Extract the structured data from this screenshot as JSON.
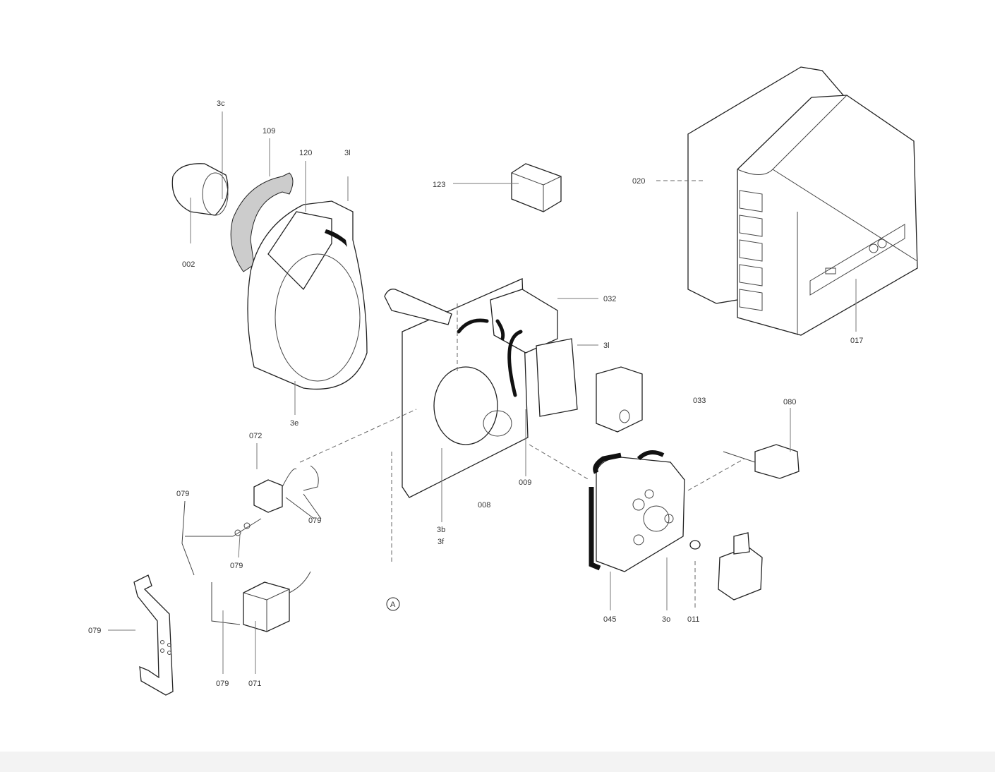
{
  "diagram": {
    "labels": {
      "l_3c_top": "3c",
      "l_109": "109",
      "l_120": "120",
      "l_3l_top": "3l",
      "l_002": "002",
      "l_3e": "3e",
      "l_123": "123",
      "l_020": "020",
      "l_017": "017",
      "l_032": "032",
      "l_3l_mid": "3l",
      "l_033": "033",
      "l_080": "080",
      "l_072": "072",
      "l_079_a": "079",
      "l_079_b": "079",
      "l_079_c": "079",
      "l_079_d": "079",
      "l_079_e": "079",
      "l_071": "071",
      "l_009": "009",
      "l_008": "008",
      "l_3b": "3b",
      "l_3f": "3f",
      "l_A": "A",
      "l_045": "045",
      "l_3o": "3o",
      "l_011": "011"
    }
  }
}
